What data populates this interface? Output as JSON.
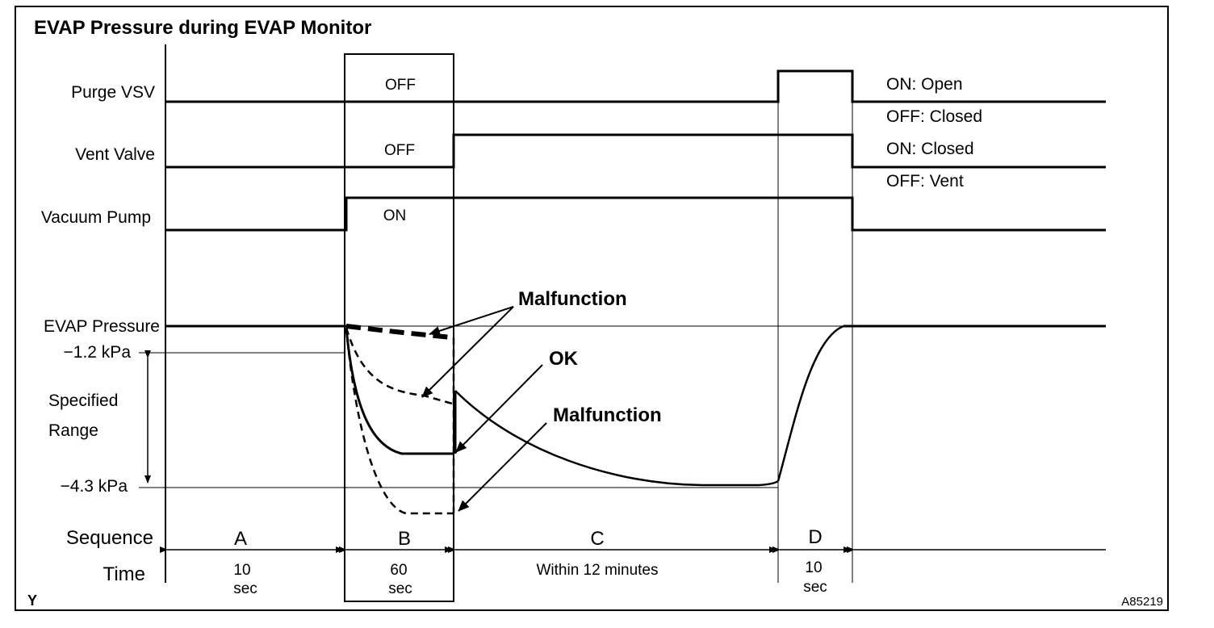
{
  "title": "EVAP Pressure during EVAP Monitor",
  "figure_id": "A85219",
  "corner_mark": "Y",
  "signals": {
    "purge_vsv": {
      "label": "Purge VSV",
      "state_b": "OFF",
      "on_legend": "ON: Open",
      "off_legend": "OFF: Closed"
    },
    "vent_valve": {
      "label": "Vent Valve",
      "state_b": "OFF",
      "on_legend": "ON: Closed",
      "off_legend": "OFF: Vent"
    },
    "vacuum_pump": {
      "label": "Vacuum Pump",
      "state_b": "ON"
    }
  },
  "pressure": {
    "label": "EVAP Pressure",
    "upper_limit": "−1.2 kPa",
    "lower_limit": "−4.3 kPa",
    "range_line1": "Specified",
    "range_line2": "Range"
  },
  "annotations": {
    "malfunction_top": "Malfunction",
    "ok": "OK",
    "malfunction_bottom": "Malfunction"
  },
  "sequence": {
    "label": "Sequence",
    "time_label": "Time",
    "phases": [
      {
        "name": "A",
        "time1": "10",
        "time2": "sec"
      },
      {
        "name": "B",
        "time1": "60",
        "time2": "sec"
      },
      {
        "name": "C",
        "time1": "Within 12 minutes",
        "time2": ""
      },
      {
        "name": "D",
        "time1": "10",
        "time2": "sec"
      }
    ]
  }
}
